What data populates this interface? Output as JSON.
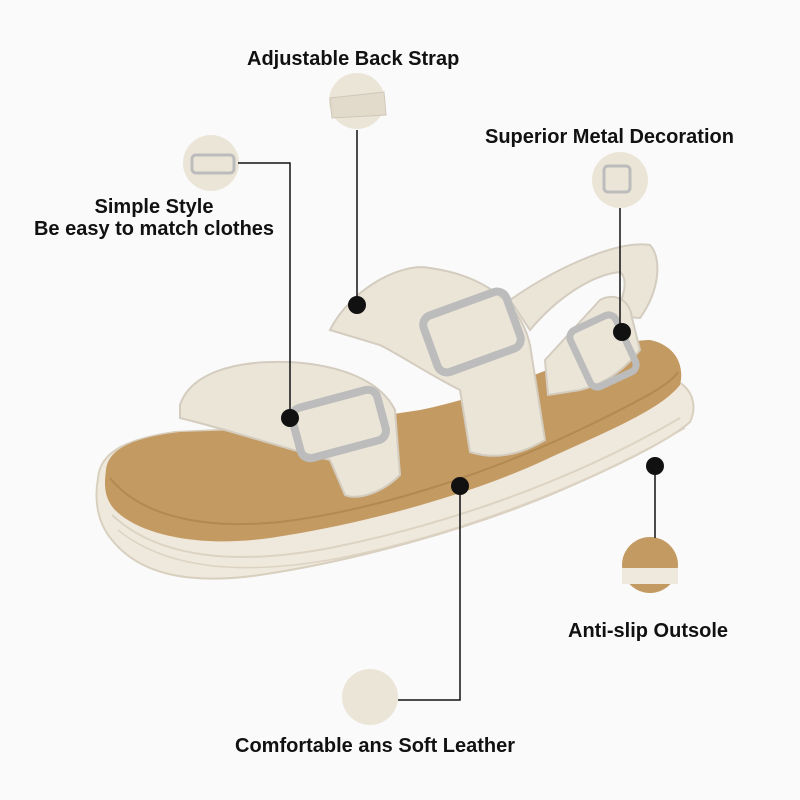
{
  "features": {
    "back_strap": "Adjustable Back Strap",
    "metal_decoration": "Superior Metal Decoration",
    "simple_style_line1": "Simple Style",
    "simple_style_line2": "Be easy to match clothes",
    "outsole": "Anti-slip Outsole",
    "leather": "Comfortable ans Soft Leather"
  },
  "colors": {
    "background": "#fafafa",
    "leather": "#ebe5d8",
    "footbed": "#c49a63",
    "outsole": "#efe8dc",
    "buckle": "#bcbcbc",
    "callout_line": "#111111"
  }
}
